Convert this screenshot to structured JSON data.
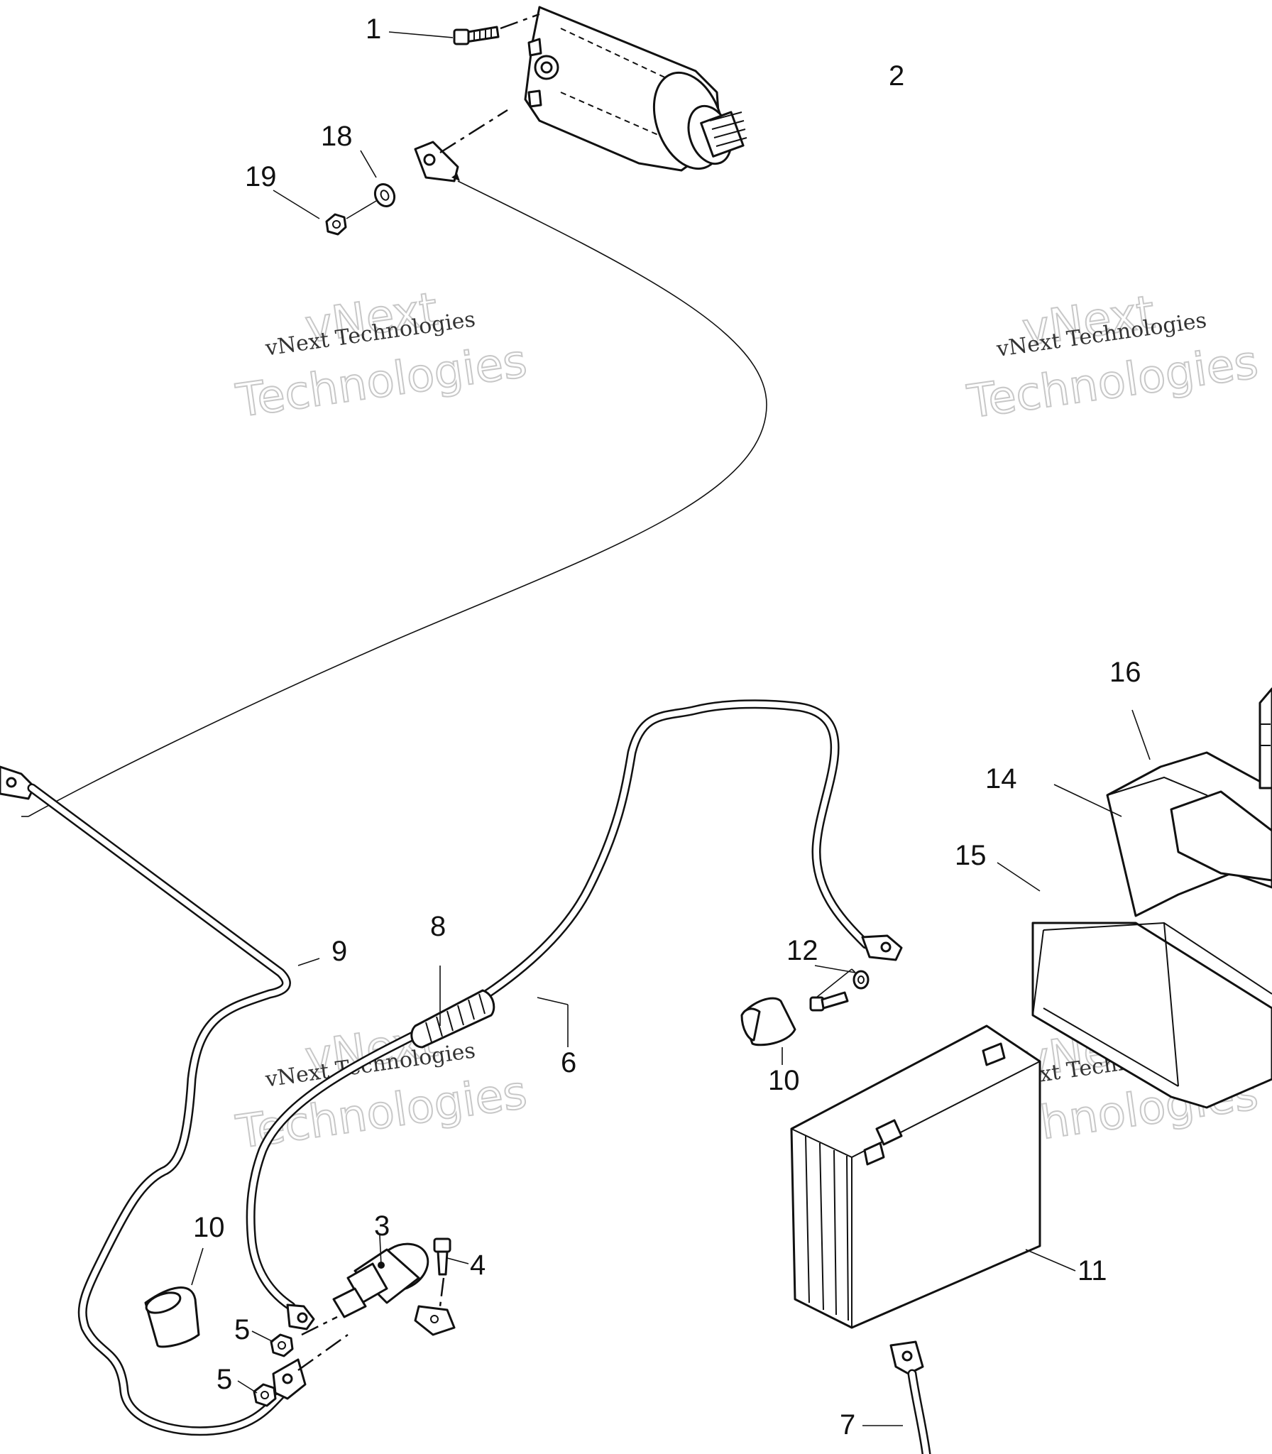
{
  "callouts": {
    "c1": "1",
    "c2": "2",
    "c3": "3",
    "c4": "4",
    "c5a": "5",
    "c5b": "5",
    "c6": "6",
    "c7": "7",
    "c8": "8",
    "c9": "9",
    "c10a": "10",
    "c10b": "10",
    "c11": "11",
    "c12": "12",
    "c14": "14",
    "c15": "15",
    "c16": "16",
    "c18": "18",
    "c19": "19"
  },
  "watermarks": [
    {
      "line1": "vNext",
      "line2": "vNext Technologies",
      "line3": "Technologies"
    },
    {
      "line1": "vNext",
      "line2": "vNext Technologies",
      "line3": "Technologies"
    },
    {
      "line1": "vNext",
      "line2": "vNext Technologies",
      "line3": "Technologies"
    },
    {
      "line1": "vNext",
      "line2": "vNext Technologies",
      "line3": "Technologies"
    }
  ]
}
